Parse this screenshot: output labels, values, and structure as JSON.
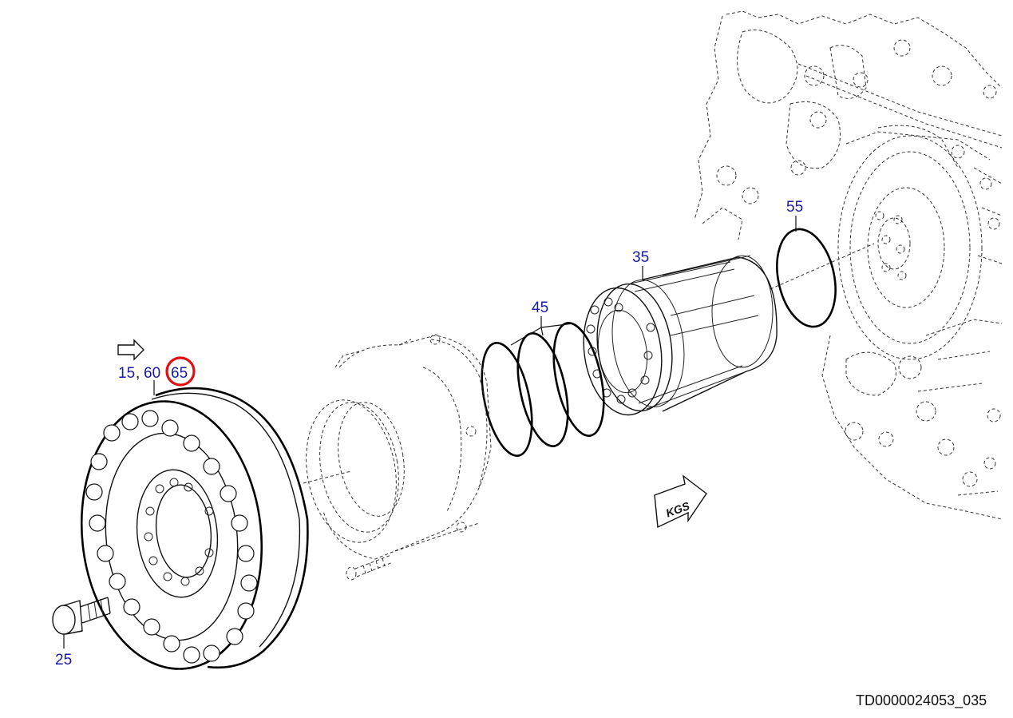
{
  "callouts": {
    "c15": "15",
    "comma": ",",
    "c60": "60",
    "c65": "65",
    "c25": "25",
    "c35": "35",
    "c45": "45",
    "c55": "55"
  },
  "kgs_label": "KGS",
  "drawing_number": "TD0000024053_035",
  "colors": {
    "callout_text": "#1a1aa6",
    "highlight_circle": "#e01010",
    "line": "#111111"
  },
  "icons": [
    "direction-arrow-icon",
    "kgs-arrow-icon"
  ]
}
